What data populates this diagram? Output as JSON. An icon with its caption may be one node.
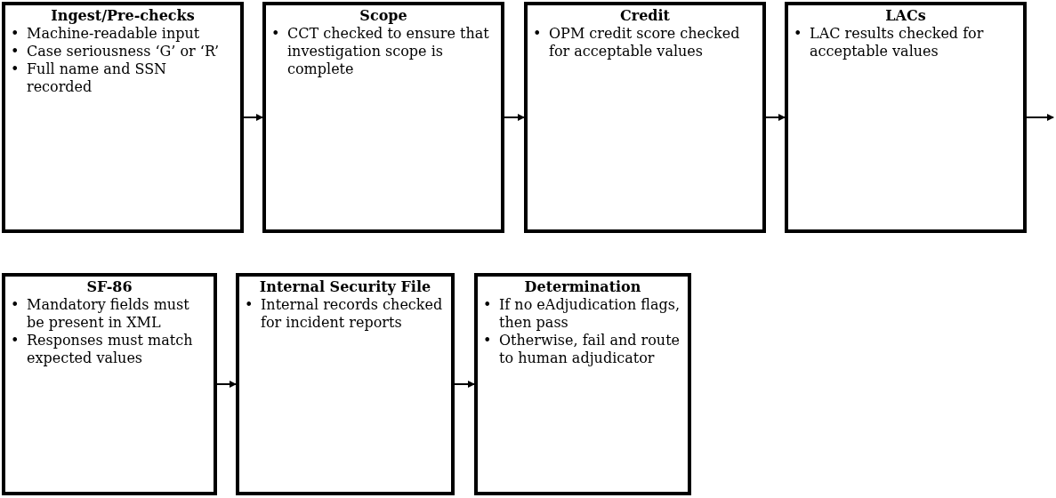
{
  "diagram": {
    "nodes": [
      {
        "text": [
          "Ingest/Pre-checks",
          "• Machine-readable input",
          "• Case seriousness ‘G’ or ‘R’",
          "• Full name and SSN recorded"
        ]
      },
      {
        "text": [
          "Scope",
          "• CCT checked to ensure that investigation scope is complete"
        ]
      },
      {
        "text": [
          "Credit",
          "• OPM credit score checked for acceptable values"
        ]
      },
      {
        "text": [
          "LACs",
          "• LAC results checked for acceptable values"
        ]
      },
      {
        "text": [
          "SF-86",
          "• Mandatory fields must be present in XML",
          "• Responses must match expected values"
        ]
      },
      {
        "text": [
          "Internal Security File",
          "• Internal records checked for incident reports"
        ]
      },
      {
        "text": [
          "Determination",
          "• If no eAdjudication flags, then pass",
          "• Otherwise, fail and route to human adjudicator"
        ]
      }
    ],
    "edges": [
      {
        "from": 0,
        "to": 1,
        "arrow": "to"
      },
      {
        "from": 1,
        "to": 2,
        "arrow": "to"
      },
      {
        "from": 2,
        "to": 3,
        "arrow": "to"
      },
      {
        "from": 3,
        "to": null,
        "arrow": "to"
      },
      {
        "from": 4,
        "to": 5,
        "arrow": "to"
      },
      {
        "from": 5,
        "to": 6,
        "arrow": "to"
      }
    ]
  }
}
